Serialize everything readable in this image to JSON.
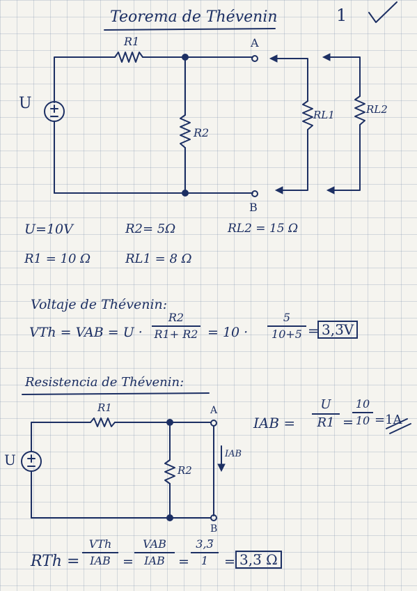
{
  "page": {
    "title": "Teorema de Thévenin",
    "page_number": "1",
    "check_mark": "✓"
  },
  "circuit1": {
    "r1_label": "R1",
    "r2_label": "R2",
    "rl1_label": "RL1",
    "rl2_label": "RL2",
    "source_label": "U",
    "node_a": "A",
    "node_b": "B"
  },
  "values": {
    "u": "U=10V",
    "r2": "R2= 5Ω",
    "rl2": "RL2 = 15 Ω",
    "r1": "R1 = 10 Ω",
    "rl1": "RL1 = 8 Ω"
  },
  "thevenin_voltage": {
    "heading": "Voltaje de Thévenin:",
    "lhs": "VTh = VAB = U ·",
    "frac1_num": "R2",
    "frac1_den": "R1+ R2",
    "mid": "= 10 ·",
    "frac2_num": "5",
    "frac2_den": "10+5",
    "result": "3,3̅V"
  },
  "thevenin_resistance": {
    "heading": "Resistencia de Thévenin:",
    "r1_label": "R1",
    "r2_label": "R2",
    "source_label": "U",
    "node_a": "A",
    "node_b": "B",
    "iab_label": "IAB",
    "iab_lhs": "IAB =",
    "iab_frac_num": "U",
    "iab_frac_den": "R1",
    "iab_frac2_num": "10",
    "iab_frac2_den": "10",
    "iab_result": "=1A",
    "rth_lhs": "RTh =",
    "rth_frac1_num": "VTh",
    "rth_frac1_den": "IAB",
    "rth_frac2_num": "VAB",
    "rth_frac2_den": "IAB",
    "rth_frac3_num": "3,3̅",
    "rth_frac3_den": "1",
    "rth_result": "3,3̅ Ω"
  }
}
